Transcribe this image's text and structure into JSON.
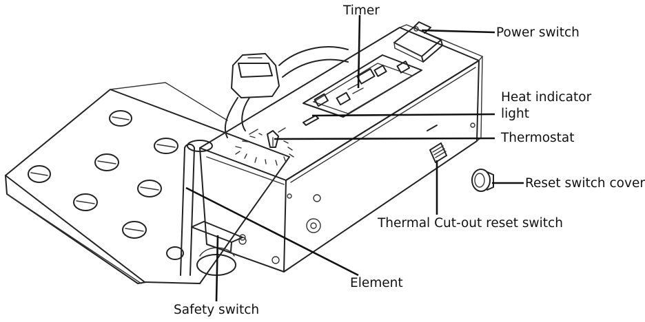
{
  "labels": {
    "timer": "Timer",
    "power_switch": "Power switch",
    "heat_indicator_line1": "Heat indicator",
    "heat_indicator_line2": "light",
    "thermostat": "Thermostat",
    "reset_switch_cover": "Reset switch cover",
    "thermal_cutout": "Thermal Cut-out reset switch",
    "element": "Element",
    "safety_switch": "Safety switch"
  },
  "colors": {
    "ink": "#222222",
    "text": "#111111",
    "background": "#ffffff"
  }
}
